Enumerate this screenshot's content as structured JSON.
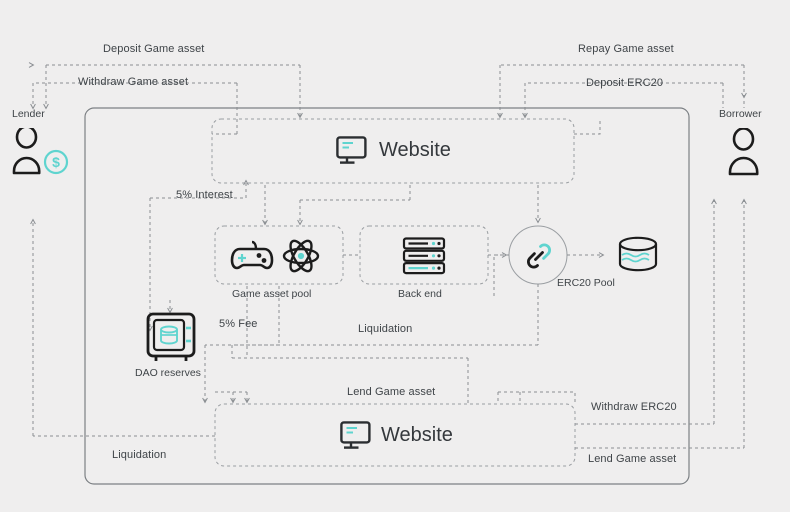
{
  "diagram": {
    "title": "Game asset lending protocol flow",
    "background": "#efeeee",
    "accent": "#5fd4cf",
    "line_color": "#8b8f93",
    "text_color": "#3f4448"
  },
  "actors": [
    {
      "id": "lender",
      "label": "Lender",
      "icon": "person-with-dollar-coin-icon"
    },
    {
      "id": "borrower",
      "label": "Borrower",
      "icon": "person-icon"
    }
  ],
  "nodes": [
    {
      "id": "website_top",
      "label": "Website",
      "icon": "monitor-icon"
    },
    {
      "id": "game_asset_pool",
      "label": "Game asset pool",
      "icon": "gamepad-icon,atom-icon"
    },
    {
      "id": "back_end",
      "label": "Back end",
      "icon": "server-rack-icon"
    },
    {
      "id": "erc20_pool",
      "label": "ERC20 Pool",
      "icon": "chain-link-icon"
    },
    {
      "id": "erc20_db",
      "label": "",
      "icon": "database-cylinder-icon"
    },
    {
      "id": "dao_reserves",
      "label": "DAO reserves",
      "icon": "safe-vault-icon"
    },
    {
      "id": "website_bottom",
      "label": "Website",
      "icon": "monitor-icon"
    }
  ],
  "edge_labels": {
    "deposit_game_asset": "Deposit Game asset",
    "withdraw_game_asset": "Withdraw Game asset",
    "repay_game_asset": "Repay Game asset",
    "deposit_erc20": "Deposit ERC20",
    "interest": "5% Interest",
    "fee": "5% Fee",
    "liquidation_mid": "Liquidation",
    "lend_game_asset_mid": "Lend Game asset",
    "withdraw_erc20": "Withdraw ERC20",
    "lend_game_asset_br": "Lend Game asset",
    "liquidation_bl": "Liquidation"
  }
}
